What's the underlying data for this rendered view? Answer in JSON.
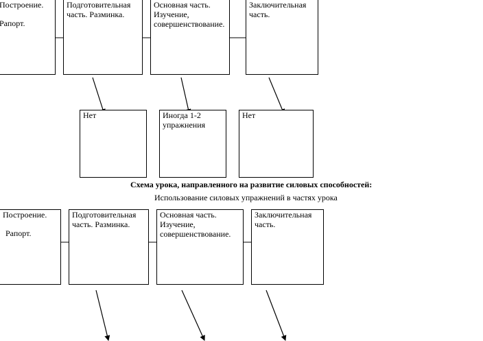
{
  "top_row": {
    "box1": {
      "line1": "Построение.",
      "line2": "Рапорт."
    },
    "box2": {
      "text": "Подготовительная часть. Разминка."
    },
    "box3": {
      "text": "Основная часть. Изучение, совершенствование."
    },
    "box4": {
      "text": "Заключительная часть."
    }
  },
  "answers": {
    "a1": "Нет",
    "a2": "Иногда 1-2 упражнения",
    "a3": "Нет"
  },
  "scheme_title": "Схема урока, направленного на развитие силовых способностей:",
  "scheme_subtitle": "Использование силовых упражнений в частях урока",
  "bottom_row": {
    "box1": {
      "line1": "Построение.",
      "line2": "Рапорт."
    },
    "box2": {
      "text": "Подготовительная часть. Разминка."
    },
    "box3": {
      "text": "Основная часть. Изучение, совершенствование."
    },
    "box4": {
      "text": "Заключительная часть."
    }
  }
}
